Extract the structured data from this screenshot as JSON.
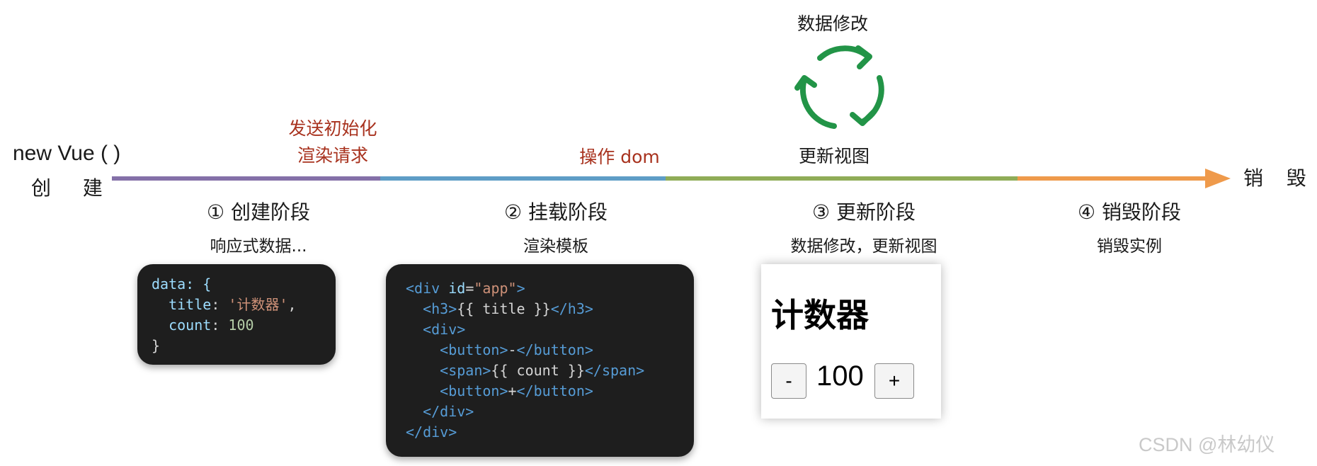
{
  "start": {
    "title": "new Vue ( )",
    "subtitle": "创 建"
  },
  "end": {
    "label": "销 毁"
  },
  "annotations": {
    "init_request": [
      "发送初始化",
      "渲染请求"
    ],
    "dom_operation": "操作 dom",
    "cycle_top": "数据修改",
    "cycle_bottom": "更新视图"
  },
  "colors": {
    "segment1": "#8470a8",
    "segment2": "#5e9dc6",
    "segment3": "#8fac57",
    "segment4": "#ef9a4b",
    "annotation": "#a8321e",
    "cycle_arrow": "#229447"
  },
  "stages": [
    {
      "title": "① 创建阶段",
      "subtitle": "响应式数据..."
    },
    {
      "title": "② 挂载阶段",
      "subtitle": "渲染模板"
    },
    {
      "title": "③ 更新阶段",
      "subtitle": "数据修改，更新视图"
    },
    {
      "title": "④ 销毁阶段",
      "subtitle": "销毁实例"
    }
  ],
  "code_data": {
    "line1": "data: {",
    "title_key": "title",
    "title_value": "'计数器'",
    "count_key": "count",
    "count_value": "100",
    "close": "}"
  },
  "code_template": {
    "div_open": "<div",
    "id_attr": "id",
    "id_value": "\"app\"",
    "h3_open": "<h3>",
    "h3_text": "{{ title }}",
    "h3_close": "</h3>",
    "div2_open": "<div>",
    "btn_open": "<button>",
    "btn_minus_text": "-",
    "btn_close": "</button>",
    "span_open": "<span>",
    "span_text": "{{ count }}",
    "span_close": "</span>",
    "btn_plus_text": "+",
    "div_close": "</div>"
  },
  "counter": {
    "title": "计数器",
    "minus": "-",
    "value": "100",
    "plus": "+"
  },
  "watermark": "CSDN @林幼仪"
}
